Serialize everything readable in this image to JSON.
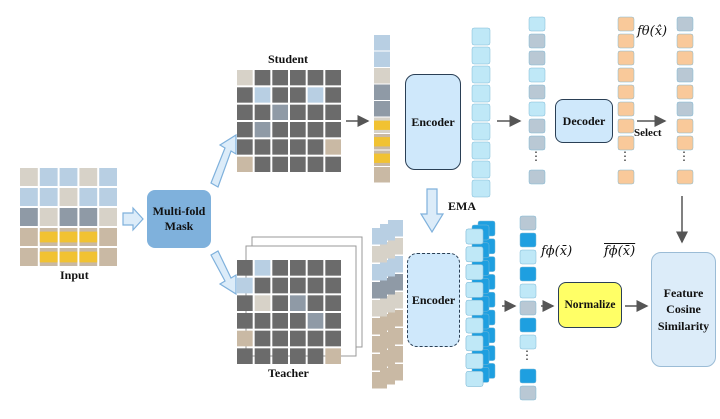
{
  "labels": {
    "input": "Input",
    "student": "Student",
    "teacher": "Teacher",
    "ema": "EMA",
    "select": "Select"
  },
  "boxes": {
    "multifold_mask": "Multi-fold Mask",
    "student_encoder": "Encoder",
    "teacher_encoder": "Encoder",
    "decoder": "Decoder",
    "normalize": "Normalize",
    "similarity": "Feature Cosine Similarity"
  },
  "math": {
    "decoder_output": "fθ(x̂)",
    "teacher_feature": "fϕ(x̄)",
    "normalized_feature": "fϕ(x̄)"
  },
  "colors": {
    "image_sky": "#a9c7e0",
    "image_taxi": "#f1c232",
    "mask_gray": "#6b6b6b",
    "light_blue_token": "#bfe8f7",
    "cyan_token": "#1e9fe0",
    "gray_token": "#b9c8d4",
    "orange_token": "#f9c99a",
    "encoder_fill": "#cfe8fb",
    "encoder_stroke": "#2a3f55",
    "mask_box_fill": "#7fb1dc",
    "normalize_fill": "#ffff66",
    "similarity_fill": "#dcecf9",
    "arrow_gray": "#555555",
    "arrow_blue": "#c6def5"
  }
}
